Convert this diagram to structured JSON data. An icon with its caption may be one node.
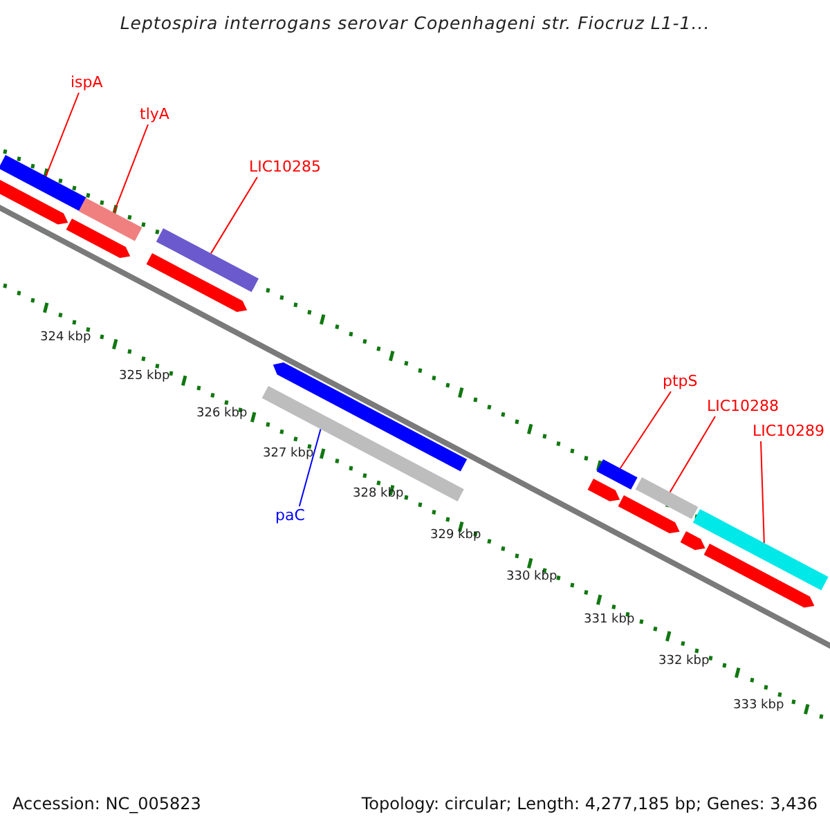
{
  "diagram": {
    "title": "Leptospira interrogans serovar Copenhageni str. Fiocruz L1-1...",
    "nodes": [
      {
        "text": [
          "ispA"
        ]
      },
      {
        "text": [],
        "shape": "bar"
      },
      {
        "text": [
          "tlyA"
        ]
      },
      {
        "text": [],
        "shape": "bar"
      },
      {
        "text": [
          "LIC10285"
        ]
      },
      {
        "text": [],
        "shape": "bar"
      },
      {
        "text": [
          "paC"
        ]
      },
      {
        "text": [],
        "shape": "bar"
      },
      {
        "text": [
          "ptpS"
        ]
      },
      {
        "text": [],
        "shape": "bar"
      },
      {
        "text": [
          "LIC10288"
        ]
      },
      {
        "text": [],
        "shape": "bar"
      },
      {
        "text": [
          "LIC10289"
        ]
      },
      {
        "text": [],
        "shape": "bar"
      },
      {
        "text": [],
        "shape": "arrow"
      },
      {
        "text": [],
        "shape": "arrow"
      },
      {
        "text": [],
        "shape": "arrow"
      },
      {
        "text": [],
        "shape": "arrow"
      },
      {
        "text": [],
        "shape": "arrow"
      },
      {
        "text": [],
        "shape": "arrow"
      },
      {
        "text": [],
        "shape": "arrow"
      },
      {
        "text": [],
        "shape": "arrow"
      }
    ],
    "edges": [
      {
        "from": 0,
        "to": 1,
        "arrow": "none"
      },
      {
        "from": 2,
        "to": 3,
        "arrow": "none"
      },
      {
        "from": 4,
        "to": 5,
        "arrow": "none"
      },
      {
        "from": 6,
        "to": 7,
        "arrow": "none",
        "color": "#0000ff"
      },
      {
        "from": 8,
        "to": 9,
        "arrow": "none"
      },
      {
        "from": 10,
        "to": 11,
        "arrow": "none"
      },
      {
        "from": 12,
        "to": 13,
        "arrow": "none"
      }
    ],
    "labels": [
      "324 kbp",
      "325 kbp",
      "326 kbp",
      "327 kbp",
      "328 kbp",
      "329 kbp",
      "330 kbp",
      "331 kbp",
      "332 kbp",
      "333 kbp",
      "Accession: NC_005823",
      "Topology: circular; Length: 4,277,185 bp; Genes: 3,436"
    ]
  }
}
